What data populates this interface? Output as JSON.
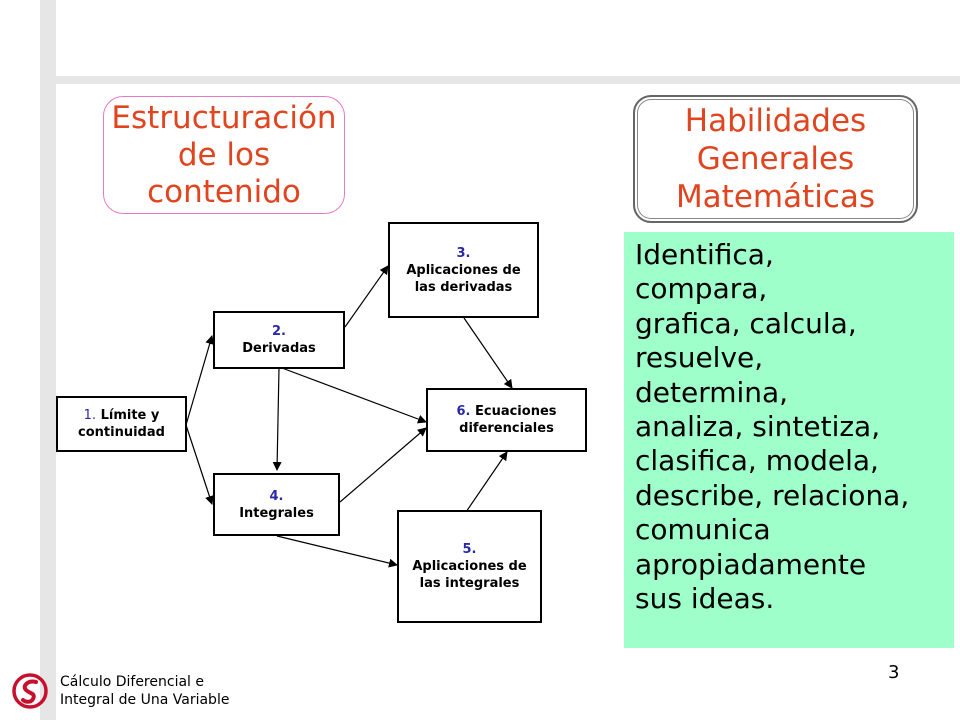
{
  "left_title": "Estructuración de los contenido",
  "right_title": "Habilidades Generales Matemáticas",
  "nodes": {
    "n1": {
      "num": "1.",
      "label": "Límite y continuidad"
    },
    "n2": {
      "num": "2.",
      "label": "Derivadas"
    },
    "n3": {
      "num": "3.",
      "label": "Aplicaciones de las derivadas"
    },
    "n4": {
      "num": "4.",
      "label": "Integrales"
    },
    "n5": {
      "num": "5.",
      "label": "Aplicaciones de las integrales"
    },
    "n6": {
      "num": "6.",
      "label": "Ecuaciones diferenciales"
    }
  },
  "skills_lines": [
    "Identifica,",
    "compara,",
    "grafica, calcula,",
    "resuelve,",
    "determina,",
    "analiza, sintetiza,",
    "clasifica, modela,",
    "describe, relaciona,",
    "comunica",
    "apropiadamente",
    "sus ideas."
  ],
  "footer": {
    "line1": "Cálculo Diferencial e",
    "line2": "Integral de Una Variable"
  },
  "page_number": "3",
  "colors": {
    "accent_text": "#e0451f",
    "skills_bg": "#9effcb",
    "node_number": "#2a2aa8",
    "logo": "#c8102e"
  }
}
